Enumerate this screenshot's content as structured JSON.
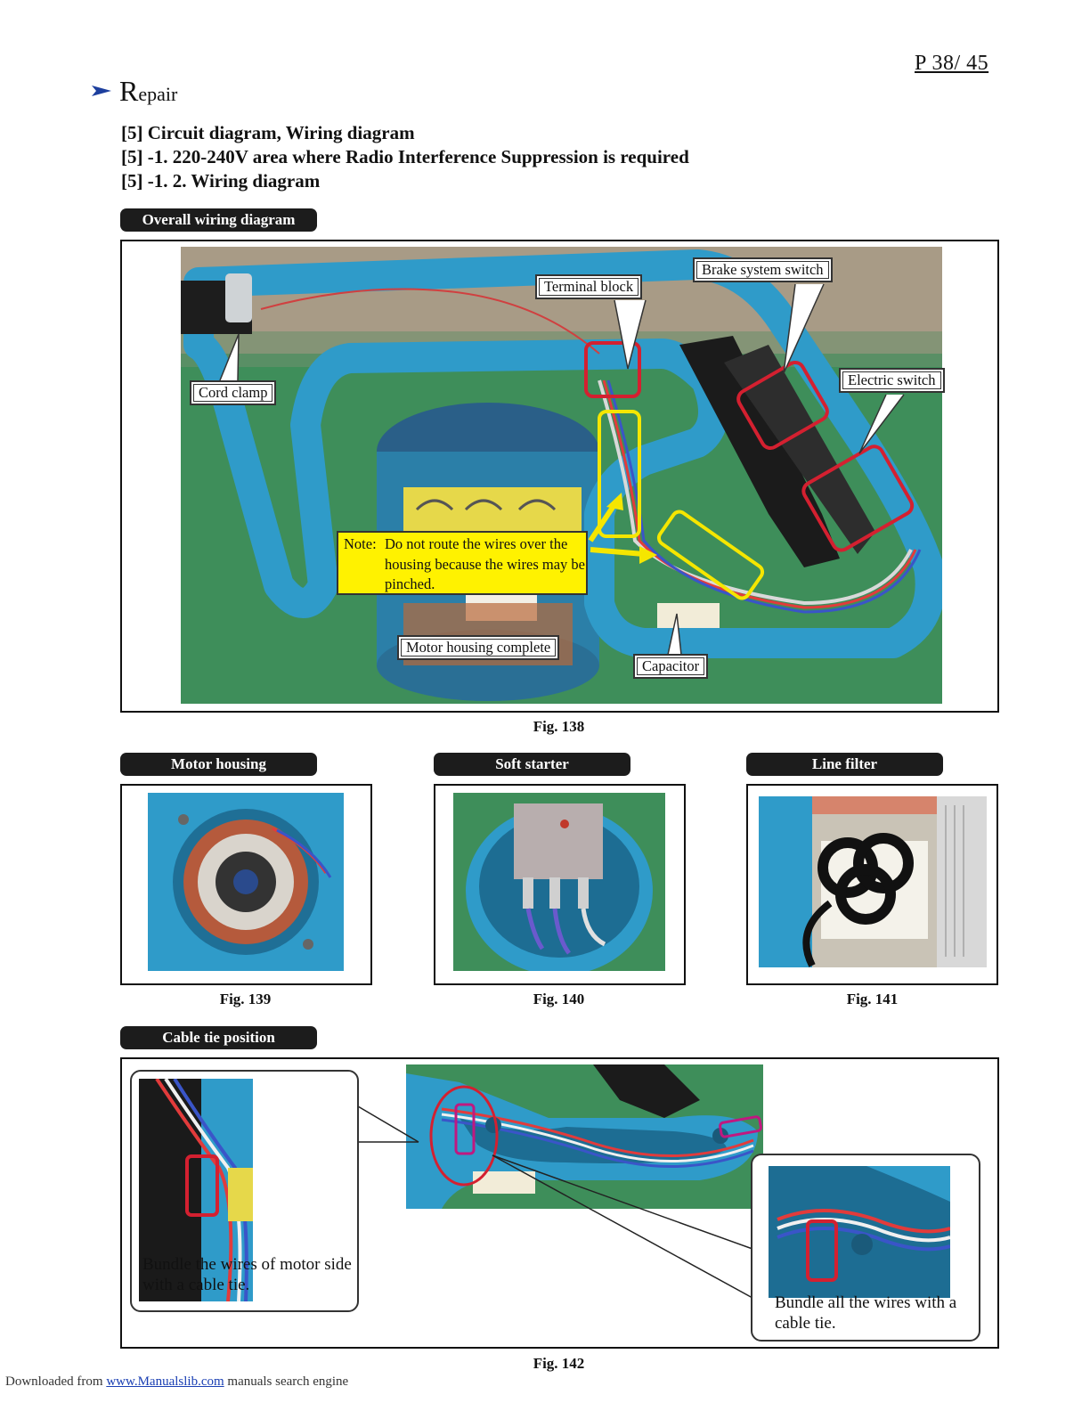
{
  "page": {
    "number": "P  38/ 45"
  },
  "section": {
    "initial": "R",
    "rest": "epair"
  },
  "headings": [
    "[5] Circuit diagram, Wiring diagram",
    "[5] -1. 220-240V area where Radio Interference Suppression is required",
    "[5] -1. 2. Wiring diagram"
  ],
  "overall": {
    "tag": "Overall wiring diagram",
    "callouts": {
      "brake_switch": "Brake system switch",
      "terminal_block": "Terminal block",
      "electric_switch": "Electric switch",
      "cord_clamp": "Cord clamp",
      "motor_housing_complete": "Motor housing complete",
      "capacitor": "Capacitor"
    },
    "note": {
      "label": "Note:",
      "text": "Do not route the wires over the housing because the wires may be pinched."
    },
    "caption": "Fig. 138"
  },
  "panels": [
    {
      "tag": "Motor housing",
      "caption": "Fig. 139"
    },
    {
      "tag": "Soft starter",
      "caption": "Fig. 140"
    },
    {
      "tag": "Line filter",
      "caption": "Fig. 141"
    }
  ],
  "cable_tie": {
    "tag": "Cable tie position",
    "left_text": "Bundle the wires of motor side with a cable tie.",
    "right_text": "Bundle all the wires with a cable tie.",
    "caption": "Fig. 142"
  },
  "footer": {
    "prefix": "Downloaded from",
    "link": "www.Manualslib.com",
    "suffix": "manuals search engine"
  },
  "colors": {
    "housing_blue": "#2f9bc9",
    "table_green": "#3e8e5a",
    "highlight_red": "#d42030",
    "highlight_yellow": "#f5e600",
    "highlight_magenta": "#c01880",
    "tag_black": "#1c1c1c"
  }
}
